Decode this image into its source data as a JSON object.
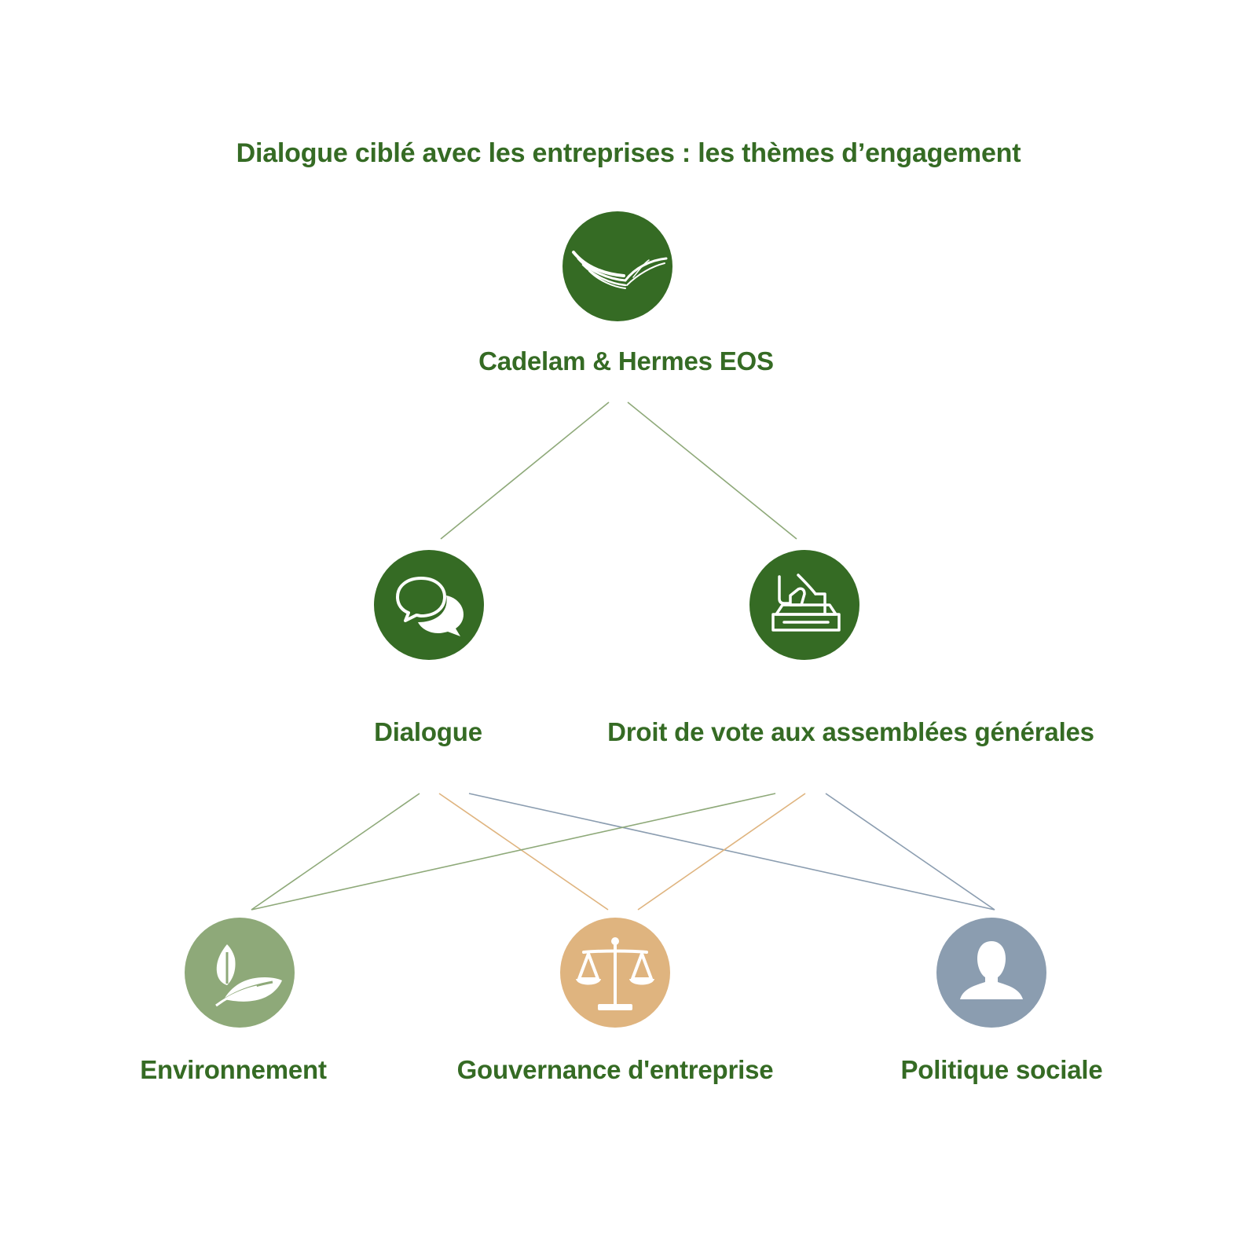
{
  "title": "Dialogue ciblé avec les entreprises : les thèmes d’engagement",
  "colors": {
    "dark_green": "#356b24",
    "light_green": "#8ea979",
    "gold": "#dfb47f",
    "slate_blue": "#8b9db0",
    "line_green": "#8ea979",
    "line_gold": "#dfb47f",
    "line_blue": "#8b9db0",
    "text_green": "#356b24"
  },
  "root": {
    "label": "Cadelam & Hermes EOS",
    "icon": "wing-logo-icon"
  },
  "level2": [
    {
      "label": "Dialogue",
      "icon": "speech-bubbles-icon"
    },
    {
      "label": "Droit de vote aux assemblées générales",
      "icon": "ballot-box-icon"
    }
  ],
  "level3": [
    {
      "label": "Environnement",
      "icon": "leaf-icon"
    },
    {
      "label": "Gouvernance d'entreprise",
      "icon": "scales-icon"
    },
    {
      "label": "Politique sociale",
      "icon": "person-icon"
    }
  ]
}
